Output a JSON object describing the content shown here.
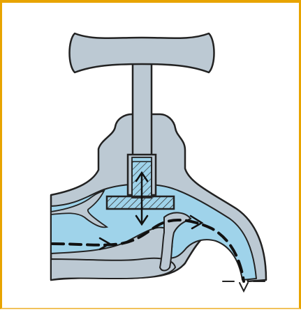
{
  "diagram": {
    "colors": {
      "frame": "#e8a400",
      "metal": "#bcc9d3",
      "water": "#9fd3ea",
      "outline": "#222222",
      "flow_arrow": "#111111",
      "hatch": "#333333"
    },
    "components": [
      {
        "name": "handle",
        "material": "metal"
      },
      {
        "name": "spindle",
        "material": "metal"
      },
      {
        "name": "valve-body",
        "material": "metal"
      },
      {
        "name": "washer-seat",
        "material": "hatched"
      },
      {
        "name": "water-channel",
        "material": "water"
      },
      {
        "name": "spout",
        "material": "metal"
      }
    ],
    "icons": [
      "up-down-arrow-icon",
      "flow-arrow-icon",
      "drip-icon"
    ]
  }
}
